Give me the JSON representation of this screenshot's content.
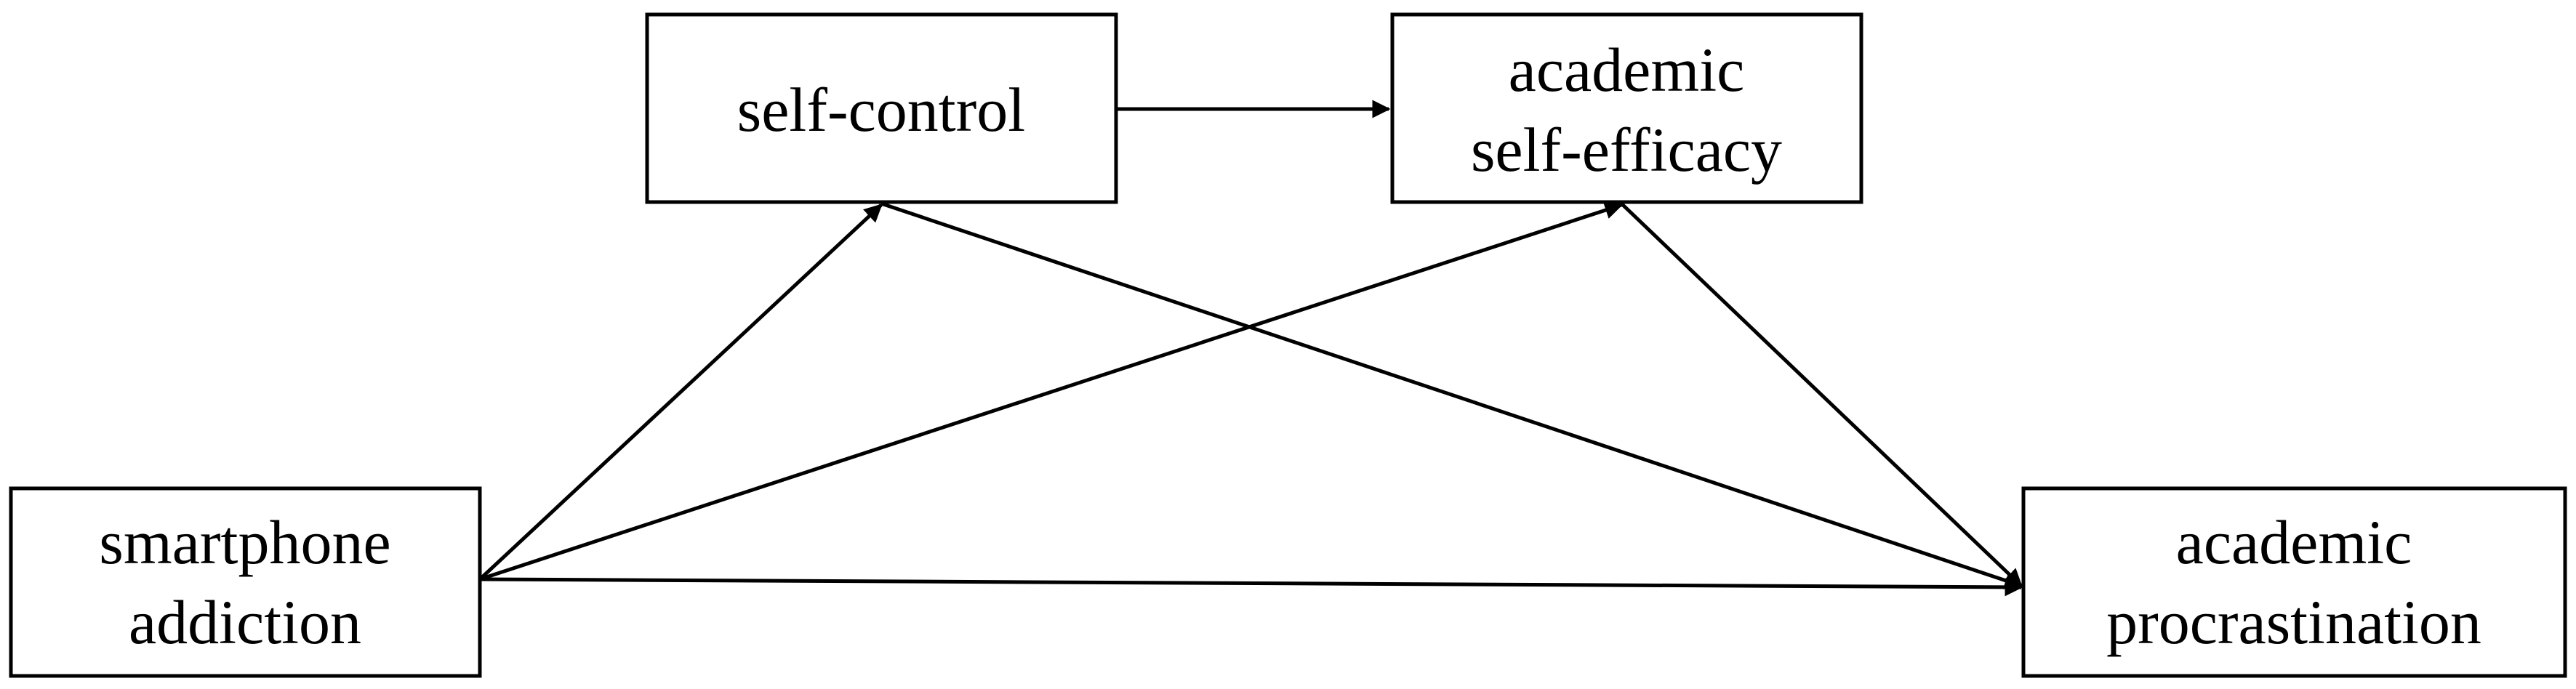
{
  "diagram": {
    "nodes": {
      "smartphone_addiction": {
        "lines": [
          "smartphone",
          "addiction"
        ]
      },
      "self_control": {
        "lines": [
          "self-control"
        ]
      },
      "academic_self_efficacy": {
        "lines": [
          "academic",
          "self-efficacy"
        ]
      },
      "academic_procrastination": {
        "lines": [
          "academic",
          "procrastination"
        ]
      }
    },
    "edges": [
      {
        "from": "self_control",
        "to": "academic_self_efficacy"
      },
      {
        "from": "smartphone_addiction",
        "to": "self_control"
      },
      {
        "from": "smartphone_addiction",
        "to": "academic_self_efficacy"
      },
      {
        "from": "smartphone_addiction",
        "to": "academic_procrastination"
      },
      {
        "from": "self_control",
        "to": "academic_procrastination"
      },
      {
        "from": "academic_self_efficacy",
        "to": "academic_procrastination"
      }
    ],
    "colors": {
      "stroke": "#000000",
      "background": "#ffffff"
    }
  }
}
